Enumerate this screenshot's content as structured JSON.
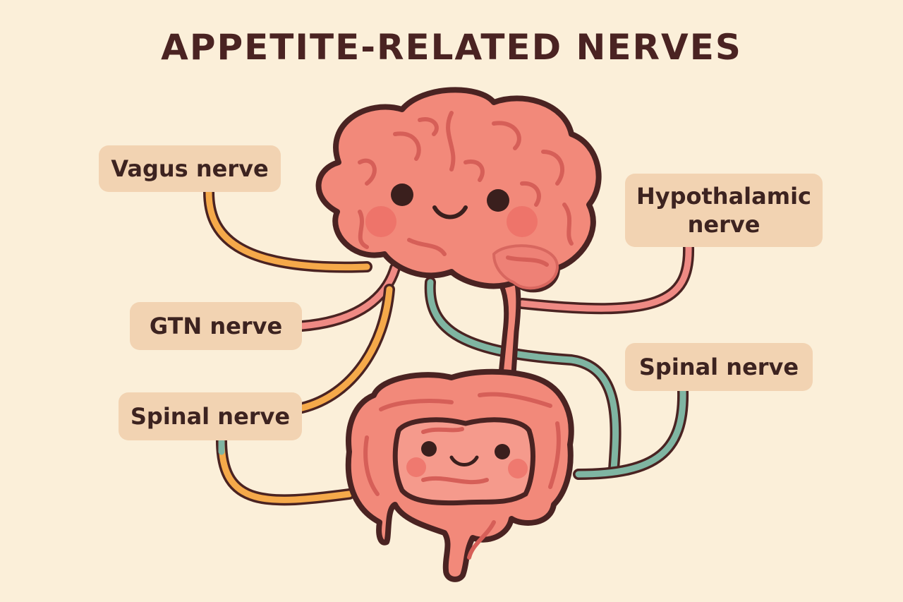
{
  "title": "APPETITE-RELATED NERVES",
  "labels": {
    "vagus": "Vagus nerve",
    "hypothalamic": "Hypothalamic nerve",
    "gtn": "GTN nerve",
    "spinal_left": "Spinal nerve",
    "spinal_right": "Spinal nerve"
  },
  "colors": {
    "background": "#fbefd9",
    "label_bg": "#f2d3b2",
    "outline": "#4a2322",
    "organ_fill": "#f2897a",
    "nerve_orange": "#f5a94a",
    "nerve_pink": "#ef8a84",
    "nerve_teal": "#7fb5a2",
    "cheek": "#ec6d66"
  }
}
